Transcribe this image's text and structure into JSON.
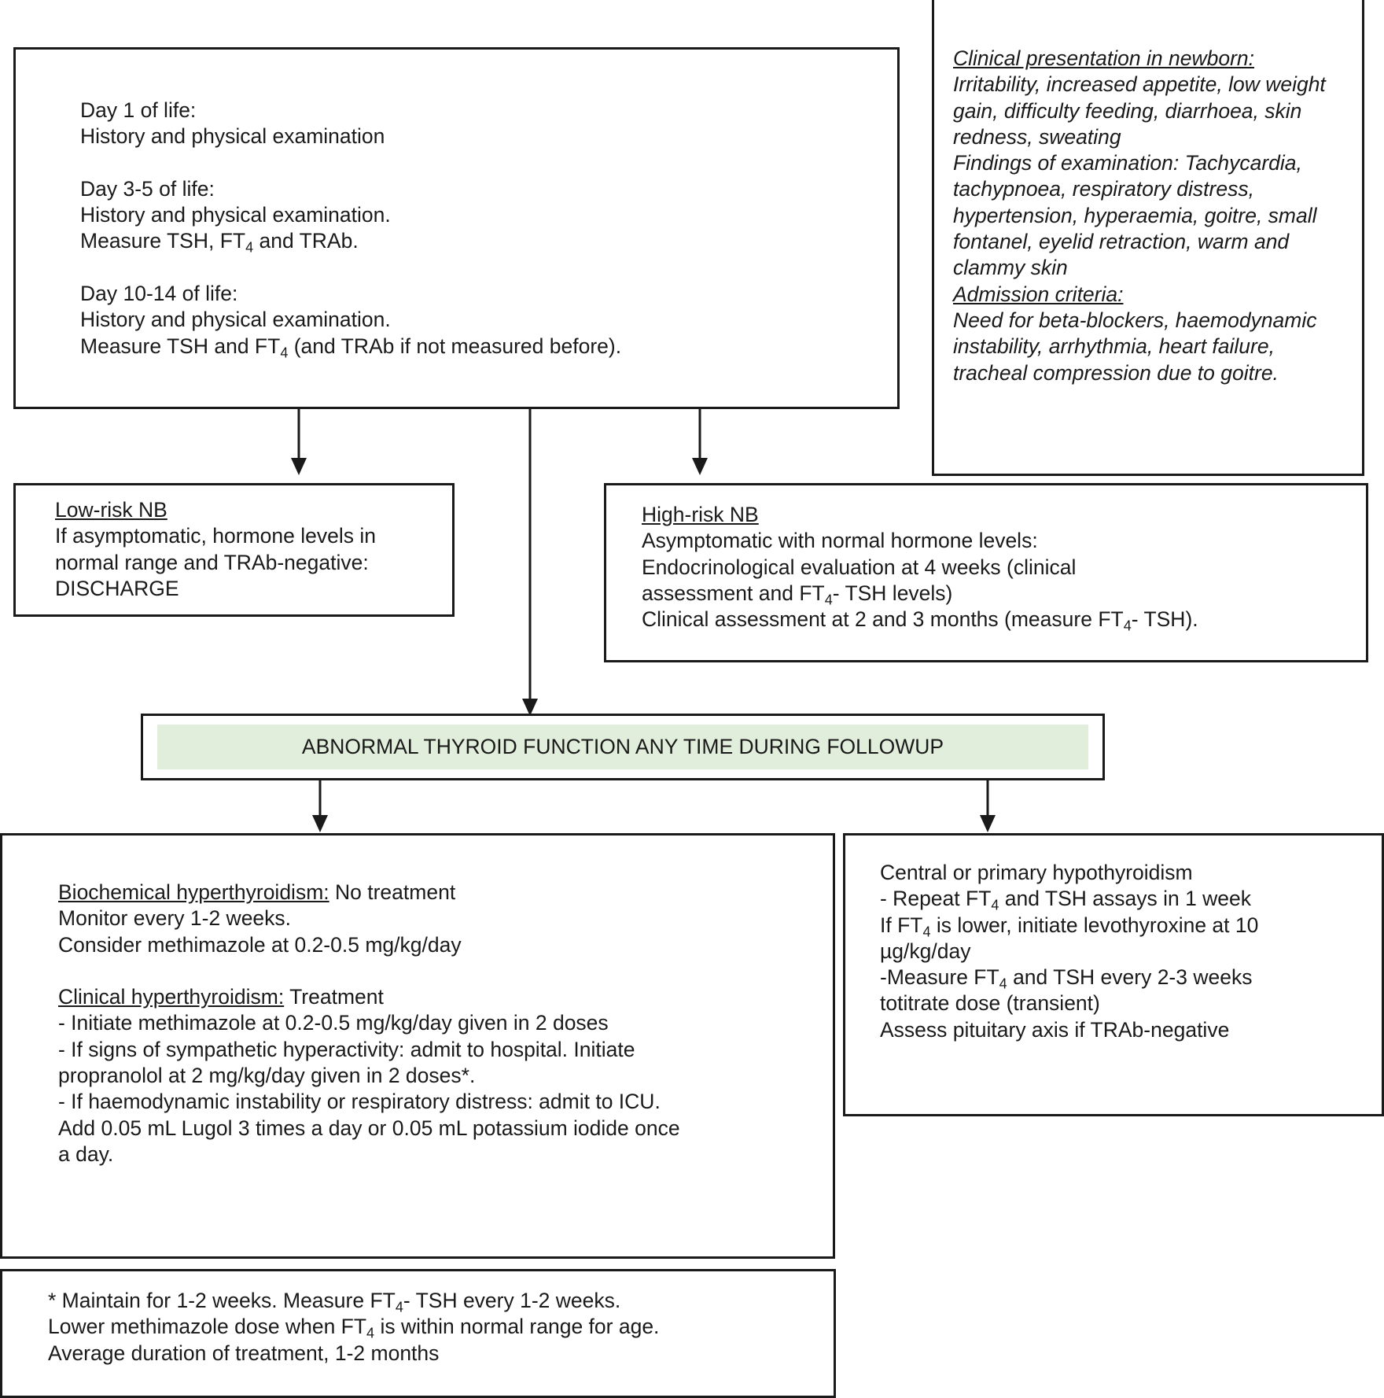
{
  "start_box": {
    "day1_title": "Day 1 of life:",
    "day1_line": "History and physical examination",
    "day35_title": "Day 3-5 of life:",
    "day35_line1": "History and physical examination.",
    "day35_line2_a": "Measure TSH, FT",
    "day35_line2_sub": "4",
    "day35_line2_b": " and TRAb.",
    "day1014_title": "Day 10-14 of life:",
    "day1014_line1": "History and physical examination.",
    "day1014_line2_a": "Measure TSH and FT",
    "day1014_line2_sub": "4",
    "day1014_line2_b": " (and TRAb if not measured before)."
  },
  "clinical_box": {
    "heading1": "Clinical presentation in newborn:",
    "lines1": [
      "Irritability, increased appetite, low weight",
      "gain, difficulty feeding, diarrhoea, skin",
      "redness, sweating",
      "Findings of examination: Tachycardia,",
      "tachypnoea, respiratory distress,",
      "hypertension, hyperaemia, goitre, small",
      "fontanel, eyelid retraction, warm and",
      "clammy skin"
    ],
    "heading2": "Admission criteria:",
    "lines2": [
      "Need for beta-blockers, haemodynamic",
      "instability, arrhythmia, heart failure,",
      "tracheal compression due to goitre."
    ]
  },
  "low_risk_box": {
    "title": "Low-risk NB",
    "lines": [
      "If asymptomatic, hormone levels in",
      "normal range and TRAb-negative:",
      "DISCHARGE"
    ]
  },
  "high_risk_box": {
    "title": "High-risk NB",
    "line1": "Asymptomatic with normal hormone levels:",
    "line2": "Endocrinological evaluation at 4 weeks (clinical",
    "line3_a": "assessment and FT",
    "line3_sub": "4",
    "line3_b": "- TSH levels)",
    "line4_a": "Clinical assessment at 2 and 3 months (measure FT",
    "line4_sub": "4",
    "line4_b": "- TSH)."
  },
  "banner": {
    "text": "ABNORMAL THYROID FUNCTION ANY TIME DURING FOLLOWUP",
    "fill_color": "#e1eedc"
  },
  "hyper_box": {
    "bio_heading": "Biochemical hyperthyroidism:",
    "bio_heading_rest": " No treatment",
    "bio_lines": [
      "Monitor every 1-2 weeks.",
      "Consider methimazole at 0.2-0.5 mg/kg/day"
    ],
    "clin_heading": "Clinical hyperthyroidism:",
    "clin_heading_rest": " Treatment",
    "clin_lines": [
      "- Initiate methimazole at 0.2-0.5 mg/kg/day given in 2 doses",
      "- If signs of sympathetic hyperactivity:  admit to hospital. Initiate",
      "propranolol at 2 mg/kg/day given in 2 doses*.",
      "- If haemodynamic instability or respiratory distress: admit to ICU.",
      "Add 0.05 mL Lugol 3 times a day or 0.05 mL potassium iodide once",
      "a day."
    ]
  },
  "hypo_box": {
    "line1": "Central or primary hypothyroidism",
    "line2_a": "- Repeat FT",
    "line2_sub": "4",
    "line2_b": " and TSH assays in 1 week",
    "line3_a": "If FT",
    "line3_sub": "4",
    "line3_b": " is lower, initiate levothyroxine at 10",
    "line4": "µg/kg/day",
    "line5_a": "-Measure FT",
    "line5_sub": "4",
    "line5_b": " and TSH every 2-3 weeks",
    "line6": "totitrate dose (transient)",
    "line7": "Assess pituitary axis if TRAb-negative"
  },
  "footnote_box": {
    "line1_a": "* Maintain for 1-2 weeks. Measure FT",
    "line1_sub": "4",
    "line1_b": "- TSH every 1-2 weeks.",
    "line2_a": "Lower methimazole dose when FT",
    "line2_sub": "4",
    "line2_b": " is within normal range for age.",
    "line3": "Average duration of treatment, 1-2 months"
  }
}
